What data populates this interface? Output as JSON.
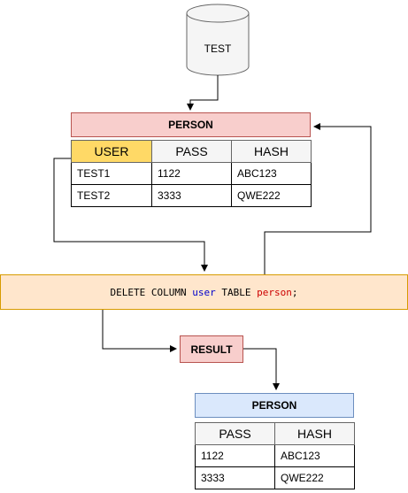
{
  "database": {
    "label": "TEST"
  },
  "source_table": {
    "title": "PERSON",
    "columns": [
      "USER",
      "PASS",
      "HASH"
    ],
    "highlighted_column": "USER",
    "rows": [
      [
        "TEST1",
        "1122",
        "ABC123"
      ],
      [
        "TEST2",
        "3333",
        "QWE222"
      ]
    ]
  },
  "statement": {
    "prefix": "DELETE COLUMN",
    "column": "user",
    "middle": "TABLE",
    "table": "person",
    "suffix": ";"
  },
  "result_label": "RESULT",
  "result_table": {
    "title": "PERSON",
    "columns": [
      "PASS",
      "HASH"
    ],
    "rows": [
      [
        "1122",
        "ABC123"
      ],
      [
        "3333",
        "QWE222"
      ]
    ]
  },
  "colors": {
    "source_title_fill": "#f8cecc",
    "result_title_fill": "#f8cecc",
    "result_table_title_fill": "#dae8fc",
    "statement_fill": "#ffe6cc",
    "highlight_fill": "#ffd966",
    "column_token": "#0000cc",
    "table_token": "#cc0000"
  }
}
